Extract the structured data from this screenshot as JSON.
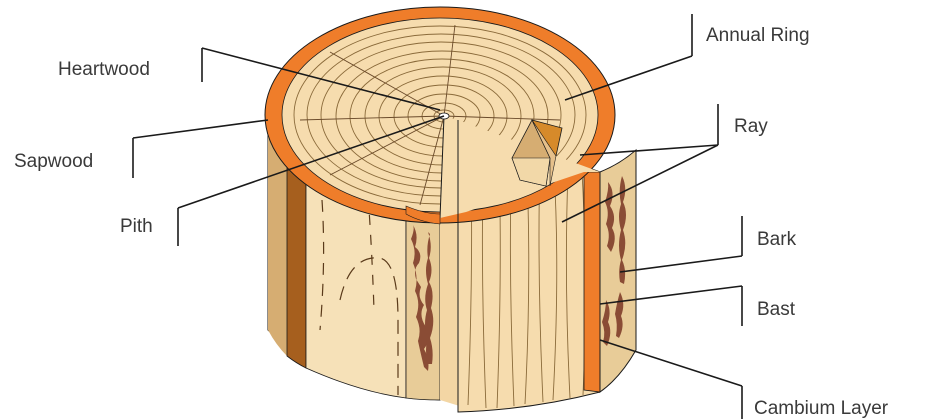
{
  "labels": {
    "heartwood": "Heartwood",
    "sapwood": "Sapwood",
    "pith": "Pith",
    "annual_ring": "Annual Ring",
    "ray": "Ray",
    "bark": "Bark",
    "bast": "Bast",
    "cambium_layer": "Cambium Layer"
  },
  "colors": {
    "bark_orange": "#ef7d2a",
    "wood_light": "#f6dcae",
    "wood_mid": "#efcd98",
    "wood_tan": "#d9b37c",
    "heartwood_brown": "#a65f1e",
    "bark_texture": "#8a4c35",
    "line": "#1a1a1a"
  }
}
